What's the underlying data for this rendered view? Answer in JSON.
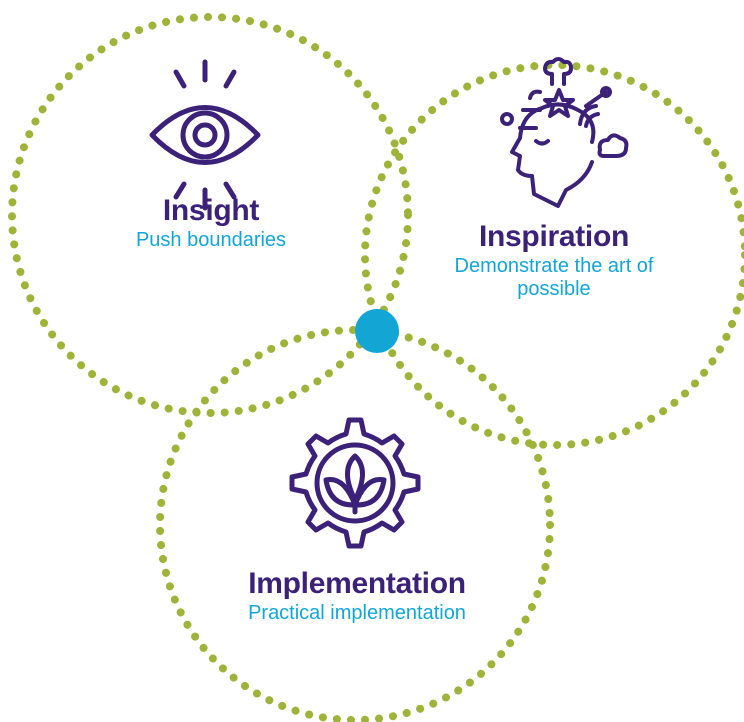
{
  "diagram": {
    "nodes": [
      {
        "title": "Insight",
        "subtitle": "Push boundaries",
        "icon": "eye-icon"
      },
      {
        "title": "Inspiration",
        "subtitle": "Demonstrate the art of possible",
        "icon": "head-ideas-icon"
      },
      {
        "title": "Implementation",
        "subtitle": "Practical implementation",
        "icon": "gear-plant-icon"
      }
    ],
    "center_dot": "center-dot",
    "colors": {
      "ring": "#9fb33a",
      "title": "#3b2178",
      "subtitle": "#13a6d5",
      "center": "#13a6d5"
    }
  }
}
